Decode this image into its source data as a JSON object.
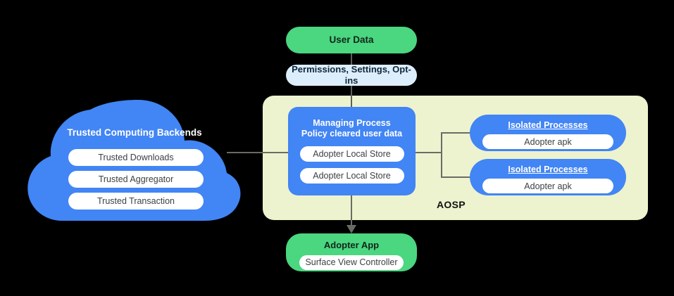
{
  "colors": {
    "background": "#000000",
    "blue": "#4285F4",
    "green": "#4BD680",
    "light_blue": "#DCEEFB",
    "aosp_bg": "#EDF3CE",
    "connector": "#6b6b66",
    "pill_bg": "#ffffff",
    "pill_text": "#3c4043"
  },
  "aosp": {
    "label": "AOSP"
  },
  "user_data": {
    "title": "User Data"
  },
  "permissions": {
    "title": "Permissions,  Settings, Opt-ins"
  },
  "cloud": {
    "title": "Trusted Computing Backends",
    "items": [
      {
        "label": "Trusted Downloads"
      },
      {
        "label": "Trusted Aggregator"
      },
      {
        "label": "Trusted Transaction"
      }
    ]
  },
  "managing_process": {
    "title_line1": "Managing Process",
    "title_line2": "Policy cleared user data",
    "items": [
      {
        "label": "Adopter Local Store"
      },
      {
        "label": "Adopter Local Store"
      }
    ]
  },
  "isolated_processes": [
    {
      "title": "Isolated Processes",
      "item": "Adopter apk"
    },
    {
      "title": "Isolated Processes",
      "item": "Adopter apk"
    }
  ],
  "adopter_app": {
    "title": "Adopter App",
    "item": "Surface View Controller"
  }
}
